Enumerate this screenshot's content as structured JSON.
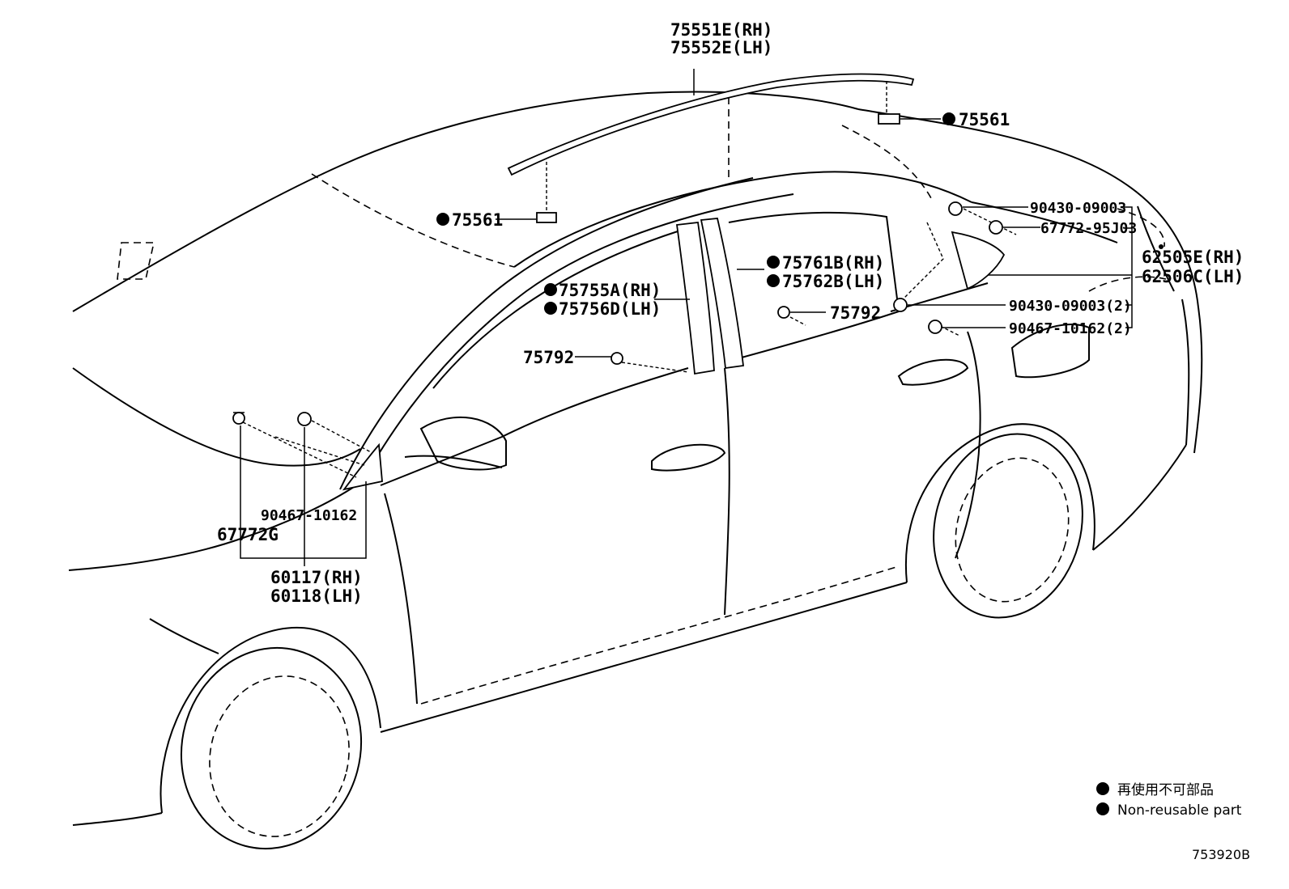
{
  "callouts": [
    {
      "id": "roof_molding_rh",
      "text": "75551E(RH)",
      "dot": false
    },
    {
      "id": "roof_molding_lh",
      "text": "75552E(LH)",
      "dot": false
    },
    {
      "id": "clip_rear",
      "text": "75561",
      "dot": true
    },
    {
      "id": "clip_front",
      "text": "75561",
      "dot": true
    },
    {
      "id": "washer_a",
      "text": "90430-09003",
      "dot": false
    },
    {
      "id": "clip_b",
      "text": "67772-95J03",
      "dot": false
    },
    {
      "id": "quarter_glass_rh",
      "text": "62505E(RH)",
      "dot": false
    },
    {
      "id": "quarter_glass_lh",
      "text": "62506C(LH)",
      "dot": false
    },
    {
      "id": "pillar_rear_rh",
      "text": "75761B(RH)",
      "dot": true
    },
    {
      "id": "pillar_rear_lh",
      "text": "75762B(LH)",
      "dot": true
    },
    {
      "id": "pillar_front_rh",
      "text": "75755A(RH)",
      "dot": true
    },
    {
      "id": "pillar_front_lh",
      "text": "75756D(LH)",
      "dot": true
    },
    {
      "id": "clip_door_rear",
      "text": "75792",
      "dot": false
    },
    {
      "id": "clip_door_front",
      "text": "75792",
      "dot": false
    },
    {
      "id": "washer_b",
      "text": "90430-09003(2)",
      "dot": false
    },
    {
      "id": "clip_c",
      "text": "90467-10162(2)",
      "dot": false
    },
    {
      "id": "clip_mirror",
      "text": "90467-10162",
      "dot": false
    },
    {
      "id": "clip_g",
      "text": "67772G",
      "dot": false
    },
    {
      "id": "corner_rh",
      "text": "60117(RH)",
      "dot": false
    },
    {
      "id": "corner_lh",
      "text": "60118(LH)",
      "dot": false
    }
  ],
  "legend": {
    "japanese": "再使用不可部品",
    "english": "Non-reusable part"
  },
  "illustration_code": "753920B"
}
